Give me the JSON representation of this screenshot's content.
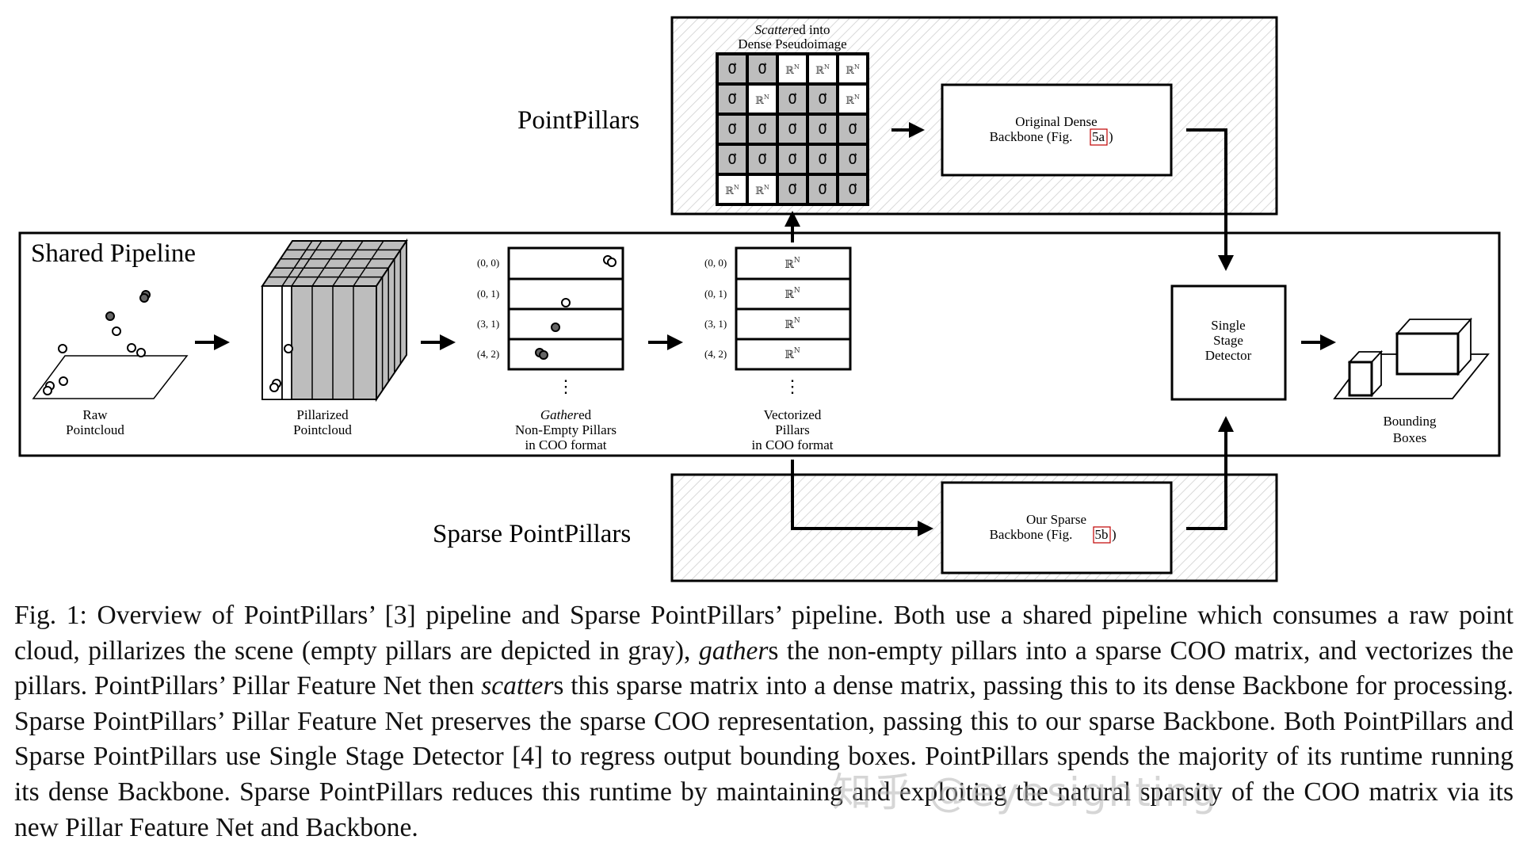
{
  "figure": {
    "sections": {
      "pointpillars": "PointPillars",
      "shared": "Shared Pipeline",
      "sparse": "Sparse PointPillars"
    },
    "top_label_italic": "Scatter",
    "top_label_rest": "ed into",
    "top_label_line2": "Dense Pseudoimage",
    "dense_backbone_line1": "Original Dense",
    "dense_backbone_line2": "Backbone (Fig.",
    "dense_backbone_ref": "5a",
    "dense_backbone_end": ")",
    "sparse_backbone_line1": "Our Sparse",
    "sparse_backbone_line2": "Backbone (Fig.",
    "sparse_backbone_ref": "5b",
    "sparse_backbone_end": ")",
    "detector_lines": [
      "Single",
      "Stage",
      "Detector"
    ],
    "raw_label": [
      "Raw",
      "Pointcloud"
    ],
    "pillarized_label": [
      "Pillarized",
      "Pointcloud"
    ],
    "gathered_label_italic": "Gather",
    "gathered_label_rest": "ed",
    "gathered_label_lines": [
      "Non-Empty Pillars",
      "in COO format"
    ],
    "vectorized_label": [
      "Vectorized",
      "Pillars",
      "in COO format"
    ],
    "bounding_label": [
      "Bounding",
      "Boxes"
    ],
    "coords": [
      "(0, 0)",
      "(0, 1)",
      "(3, 1)",
      "(4, 2)"
    ],
    "vector_cell": "ℝ",
    "vector_sup": "N",
    "zero_glyph": "0⃗",
    "grid": [
      [
        "z",
        "z",
        "r",
        "r",
        "r"
      ],
      [
        "z",
        "r",
        "z",
        "z",
        "r"
      ],
      [
        "z",
        "z",
        "z",
        "z",
        "z"
      ],
      [
        "z",
        "z",
        "z",
        "z",
        "z"
      ],
      [
        "r",
        "r",
        "z",
        "z",
        "z"
      ]
    ],
    "ellipsis": "⋮"
  },
  "caption": {
    "p1": "Fig. 1: Overview of PointPillars’ [3] pipeline and Sparse PointPillars’ pipeline. Both use a shared pipeline which consumes a raw point cloud, pillarizes the scene (empty pillars are depicted in gray), ",
    "i1": "gather",
    "p2": "s the non-empty pillars into a sparse COO matrix, and vectorizes the pillars. PointPillars’ Pillar Feature Net then ",
    "i2": "scatter",
    "p3": "s this sparse matrix into a dense matrix, passing this to its dense Backbone for processing. Sparse PointPillars’ Pillar Feature Net preserves the sparse COO representation, passing this to our sparse Backbone. Both PointPillars and Sparse PointPillars use Single Stage Detector [4] to regress output bounding boxes. PointPillars spends the majority of its runtime running its dense Backbone. Sparse PointPillars reduces this runtime by maintaining and exploiting the natural sparsity of the COO matrix via its new Pillar Feature Net and Backbone."
  },
  "watermark": "知乎 @eyesighting",
  "colors": {
    "gray": "#bdbdbd",
    "hatch": "#cfcfcf",
    "ref_box": "#c00000"
  }
}
